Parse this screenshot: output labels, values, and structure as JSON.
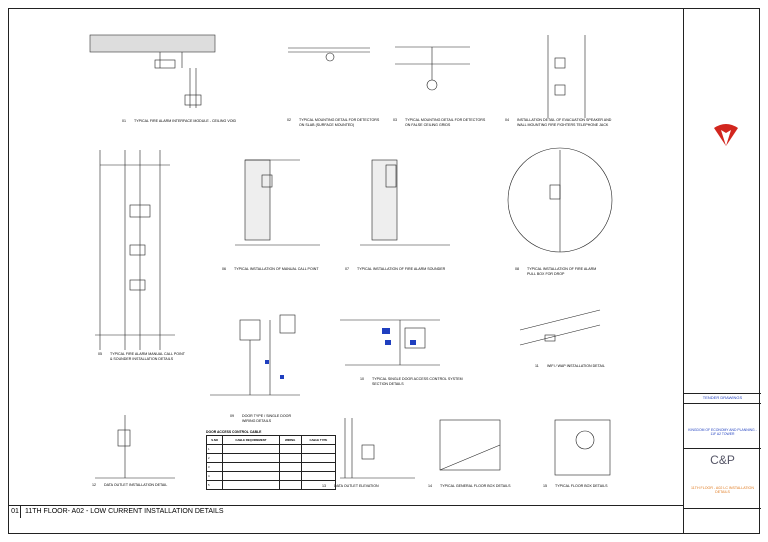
{
  "sheet": {
    "number": "01",
    "title": "11TH FLOOR- A02 - LOW CURRENT INSTALLATION DETAILS"
  },
  "details": [
    {
      "num": "01",
      "label": "TYPICAL FIRE ALARM INTERFACE MODULE - CEILING VOID"
    },
    {
      "num": "02",
      "label": "TYPICAL MOUNTING DETAIL FOR DETECTORS",
      "sub": "ON SLAB (SURFACE MOUNTED)"
    },
    {
      "num": "03",
      "label": "TYPICAL MOUNTING DETAIL FOR DETECTORS",
      "sub": "ON FALSE CEILING GRIDS"
    },
    {
      "num": "04",
      "label": "INSTALLATION DETAIL OF EVACUATION SPEAKER AND",
      "sub": "WALL MOUNTING FIRE FIGHTERS TELEPHONE JACK"
    },
    {
      "num": "05",
      "label": "TYPICAL FIRE ALARM MANUAL CALL POINT",
      "sub": "& SOUNDER INSTALLATION DETAILS"
    },
    {
      "num": "06",
      "label": "TYPICAL INSTALLATION OF MANUAL CALL POINT"
    },
    {
      "num": "07",
      "label": "TYPICAL INSTALLATION OF FIRE ALARM SOUNDER"
    },
    {
      "num": "08",
      "label": "TYPICAL INSTALLATION OF FIRE ALARM",
      "sub": "PULL BOX FOR DROP"
    },
    {
      "num": "09",
      "label": "DOOR TYPE / SINGLE DOOR",
      "sub": "WIRING DETAILS"
    },
    {
      "num": "10",
      "label": "TYPICAL SINGLE DOOR ACCESS CONTROL SYSTEM",
      "sub": "SECTION DETAILS"
    },
    {
      "num": "11",
      "label": "WIFI / WAP INSTALLATION DETAIL"
    },
    {
      "num": "12",
      "label": "DATA OUTLET INSTALLATION DETAIL"
    },
    {
      "num": "13",
      "label": "DATA OUTLET ELEVATION"
    },
    {
      "num": "14",
      "label": "TYPICAL GENERAL FLOOR BOX DETAILS"
    },
    {
      "num": "15",
      "label": "TYPICAL FLOOR BOX DETAILS"
    }
  ],
  "legend": {
    "title": "DOOR ACCESS CONTROL CABLE",
    "headers": [
      "S.NO",
      "CABLE REQUIREMENT",
      "WIRING",
      "CABLE TYPE"
    ],
    "rows": [
      [
        "1",
        "",
        "",
        ""
      ],
      [
        "2",
        "",
        "",
        ""
      ],
      [
        "3",
        "",
        "",
        ""
      ],
      [
        "4",
        "",
        "",
        ""
      ],
      [
        "5",
        "",
        "",
        ""
      ]
    ]
  },
  "titleblock": {
    "tender": "TENDER DRAWINGS",
    "client": "KINGDOM OF ECONOMY AND PLANNING - 11F A2 TOWER",
    "consultant": "C&P",
    "drawing_title": "11TH FLOOR - A02 LC INSTALLATION DETAILS"
  },
  "colors": {
    "red_logo": "#d2261e",
    "blue": "#1f3fbf",
    "orange_title": "#e07a1f"
  }
}
